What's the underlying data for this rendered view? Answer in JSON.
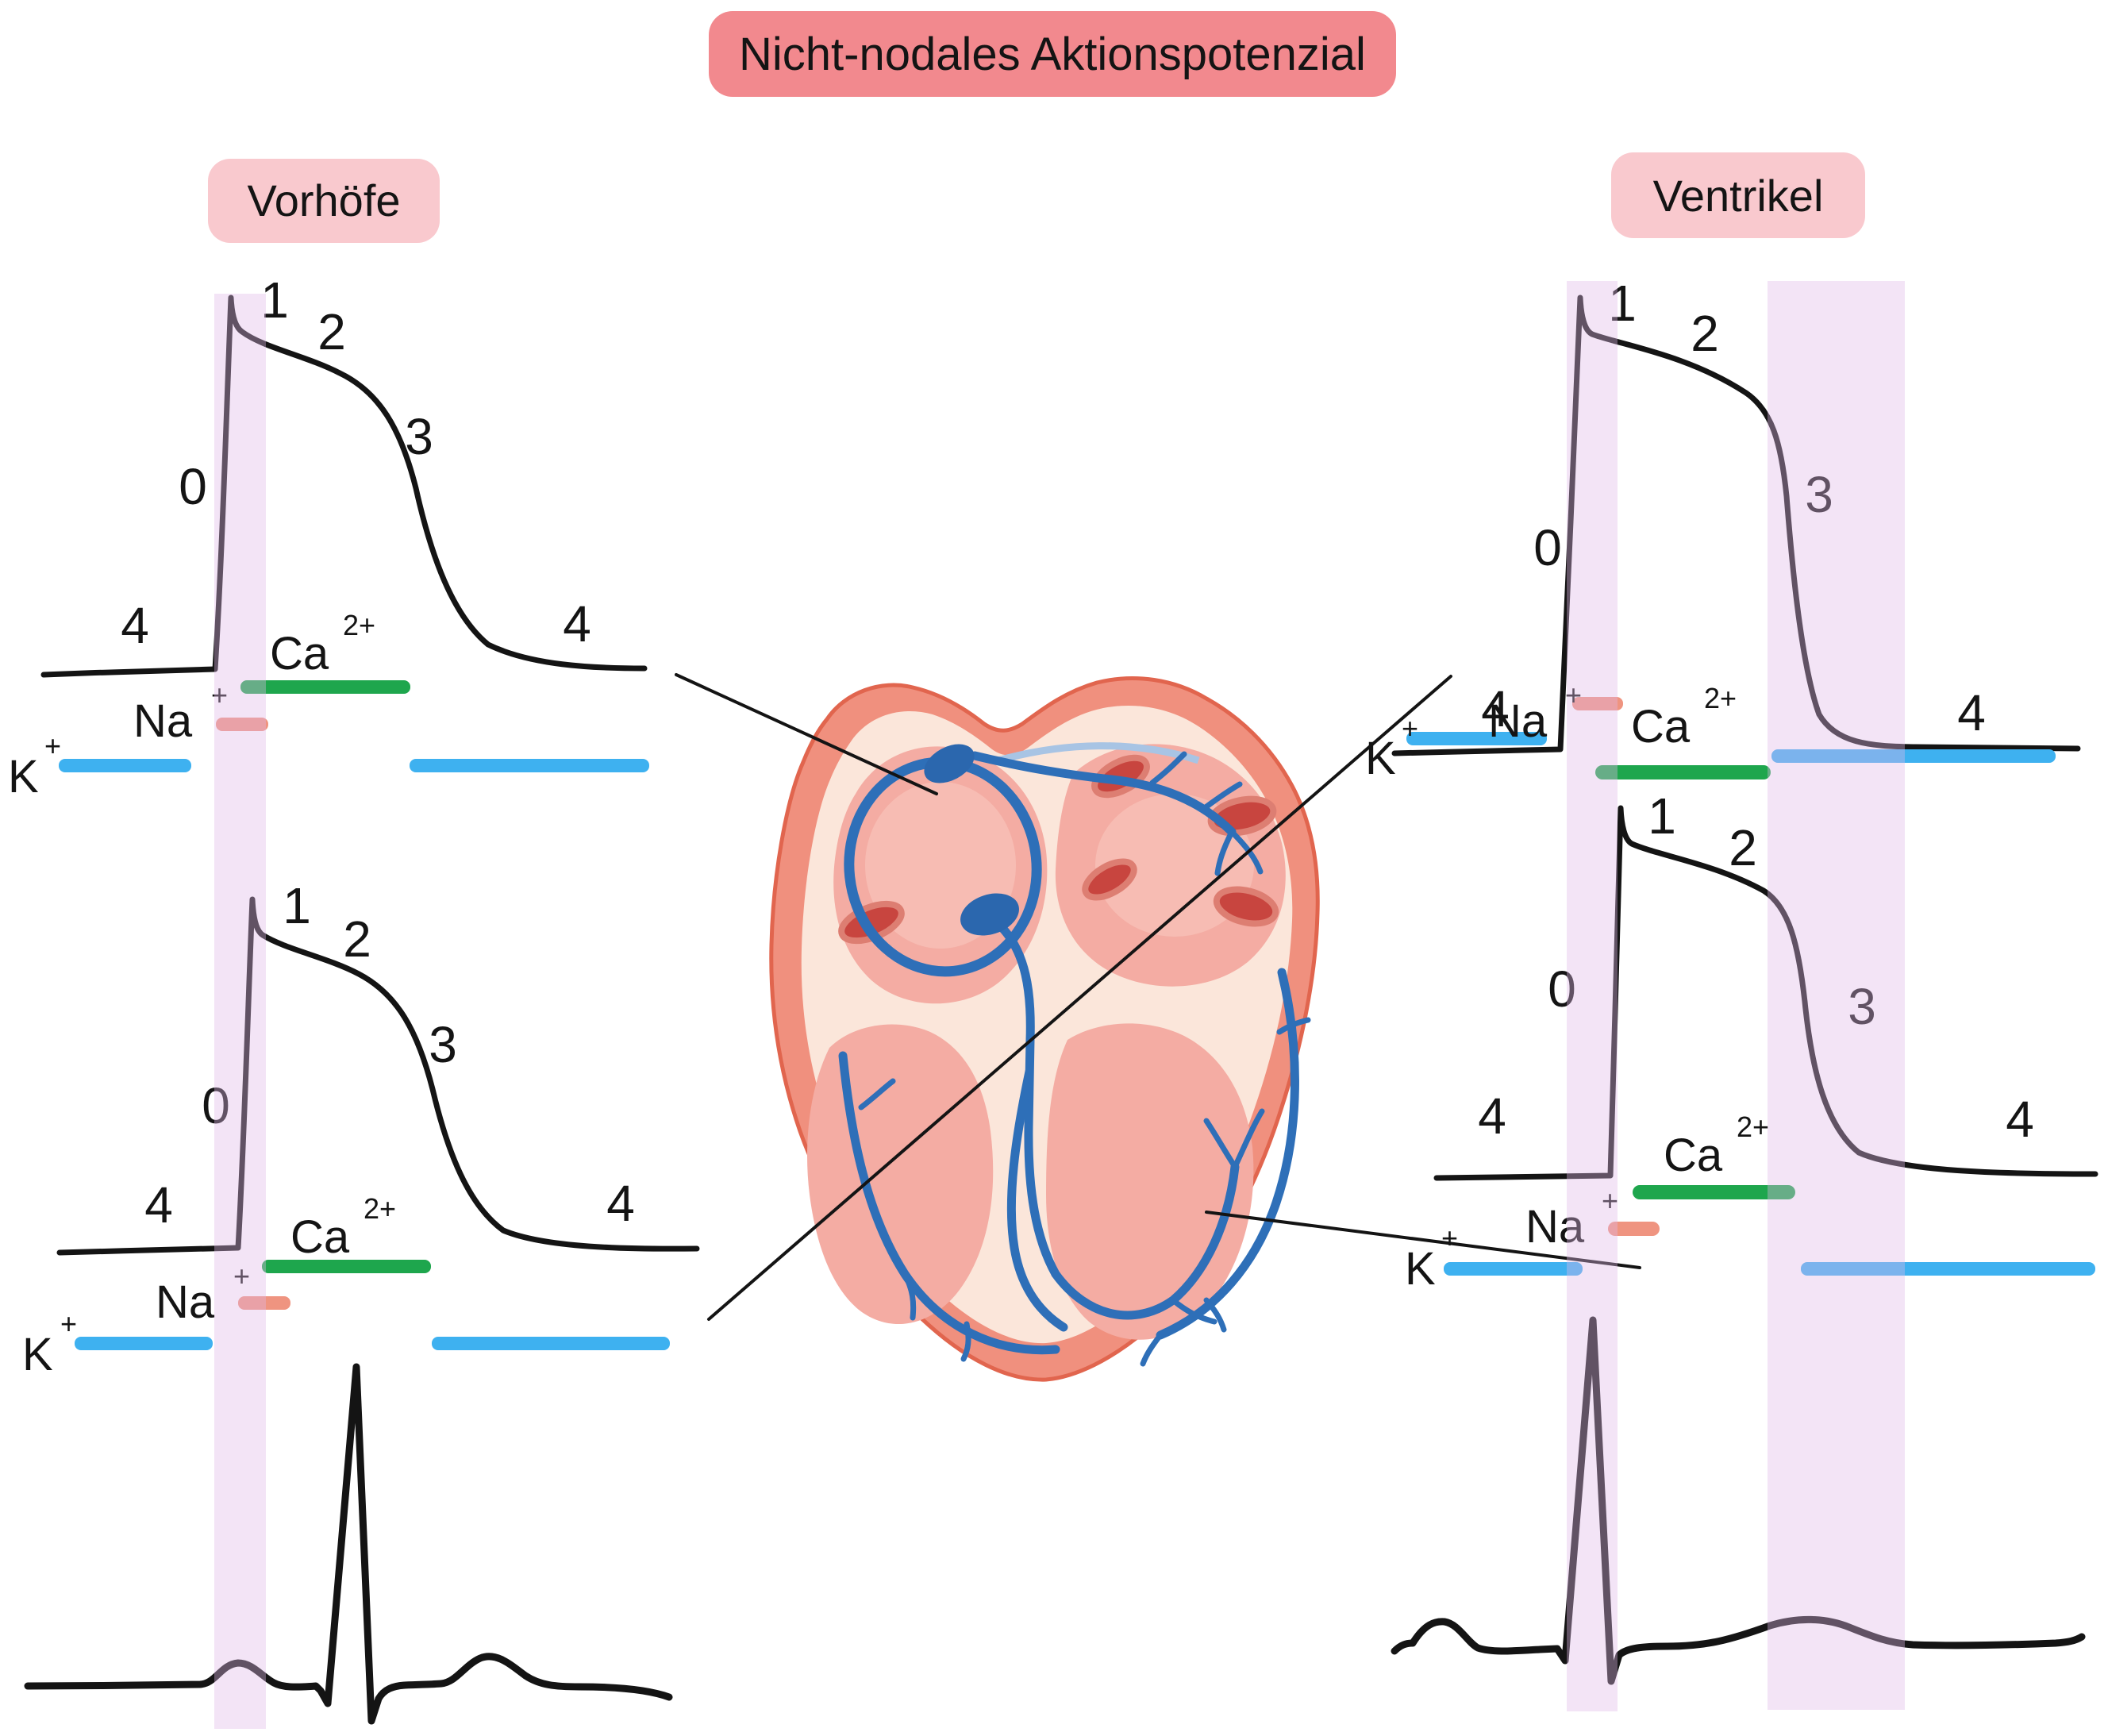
{
  "title": {
    "text": "Nicht-nodales Aktionspotenzial"
  },
  "panels": {
    "left_label": "Vorhöfe",
    "right_label": "Ventrikel"
  },
  "phase_labels": {
    "zero": "0",
    "one": "1",
    "two": "2",
    "three": "3",
    "four": "4"
  },
  "ions": {
    "ca": {
      "base": "Ca",
      "sup": "2+",
      "color": "#1EA64D"
    },
    "na": {
      "base": "Na",
      "sup": "+",
      "color": "#EF9480"
    },
    "k": {
      "base": "K",
      "sup": "+",
      "color": "#3EB1F0"
    }
  },
  "colors": {
    "title_badge": "#F2898E",
    "side_badge": "#F9C9CE",
    "band": "#DFB8E8",
    "curve": "#141414",
    "heart_wall": "#F0907E",
    "heart_wall_edge": "#E1654E",
    "heart_inner": "#FBE6DA",
    "heart_chamber": "#F4ACA3",
    "heart_chamber_light": "#F7C0B6",
    "heart_vessel_dark": "#C8453F",
    "heart_vessel_edge": "#DD7E72",
    "conduction_blue": "#2E6FB8"
  },
  "figures": {
    "atria_top_action_potential": {
      "type": "line",
      "phases_shown": [
        "4",
        "0",
        "1",
        "2",
        "3",
        "4"
      ],
      "ion_bars": [
        "K",
        "Na",
        "Ca",
        "K"
      ]
    },
    "atria_bottom_action_potential": {
      "type": "line",
      "phases_shown": [
        "4",
        "0",
        "1",
        "2",
        "3",
        "4"
      ],
      "ion_bars": [
        "K",
        "Na",
        "Ca",
        "K"
      ]
    },
    "ventricle_top_action_potential": {
      "type": "line",
      "phases_shown": [
        "4",
        "0",
        "1",
        "2",
        "3",
        "4"
      ],
      "ion_bars": [
        "K",
        "Na",
        "Ca",
        "K"
      ]
    },
    "ventricle_bottom_action_potential": {
      "type": "line",
      "phases_shown": [
        "4",
        "0",
        "1",
        "2",
        "3",
        "4"
      ],
      "ion_bars": [
        "K",
        "Na",
        "Ca",
        "K"
      ]
    },
    "ecg_atria": {
      "type": "line"
    },
    "ecg_ventricle": {
      "type": "line"
    }
  }
}
